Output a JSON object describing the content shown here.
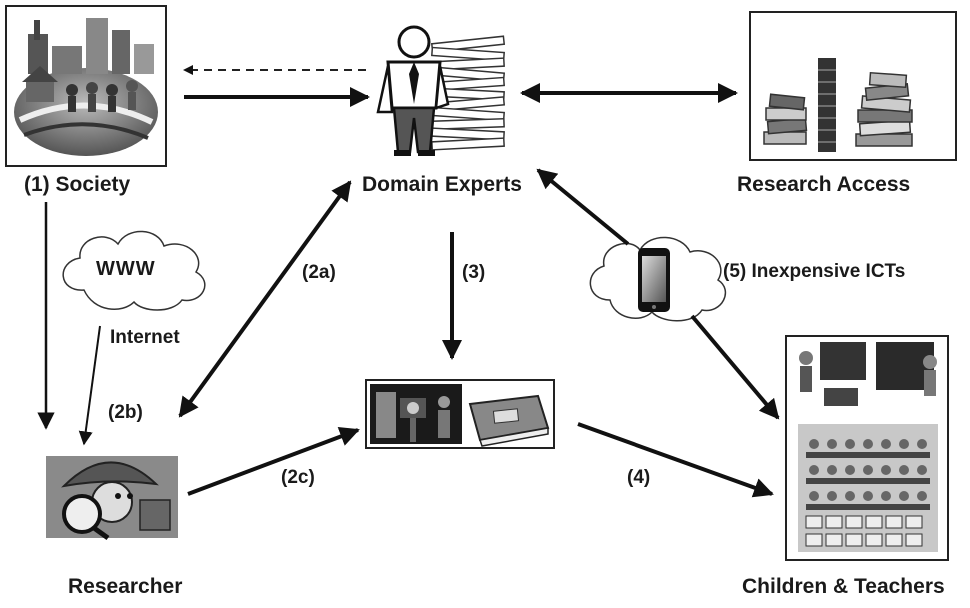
{
  "nodes": {
    "society": "(1) Society",
    "domain_experts": "Domain Experts",
    "research_access": "Research Access",
    "researcher": "Researcher",
    "children_teachers": "Children & Teachers"
  },
  "edges": {
    "e2a": "(2a)",
    "e2b": "(2b)",
    "e2c": "(2c)",
    "e3": "(3)",
    "e4": "(4)",
    "e5": "(5) Inexpensive ICTs"
  },
  "clouds": {
    "www": "WWW",
    "internet": "Internet"
  }
}
